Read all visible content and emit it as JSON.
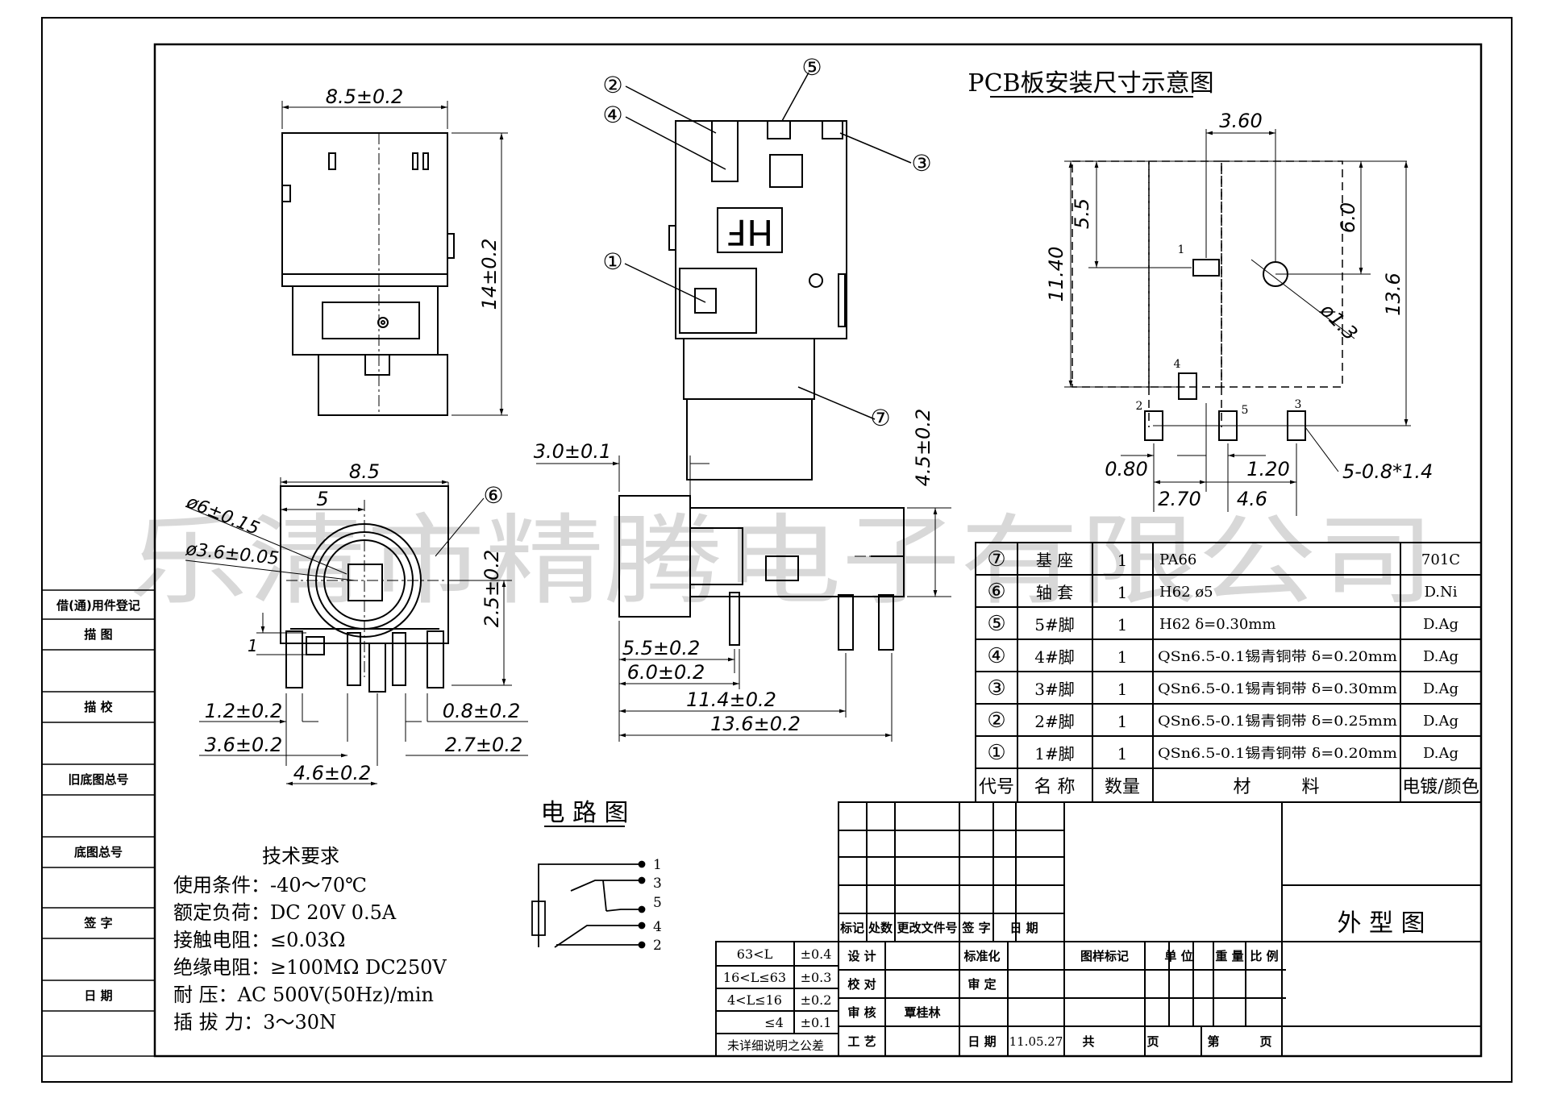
{
  "watermark": "乐清市精腾电子有限公司",
  "pcb": {
    "title": "PCB板安装尺寸示意图",
    "dims": {
      "w360": "3.60",
      "h55": "5.5",
      "h1140": "11.40",
      "h60": "6.0",
      "h136": "13.6",
      "hole": "ø1.3",
      "d080": "0.80",
      "d120": "1.20",
      "d270": "2.70",
      "d46": "4.6",
      "pads": "5-0.8*1.4"
    },
    "pins": [
      "1",
      "4",
      "2",
      "5",
      "3"
    ]
  },
  "top_view": {
    "w": "8.5±0.2",
    "h": "14±0.2"
  },
  "front_view": {
    "callouts": [
      "②",
      "④",
      "⑤",
      "③",
      "①",
      "⑦"
    ],
    "logo": "HF"
  },
  "bottom_view": {
    "w85": "8.5",
    "w5": "5",
    "d6": "ø6±0.15",
    "d36": "ø3.6±0.05",
    "callout6": "⑥",
    "h25": "2.5±0.2",
    "one": "1",
    "d12": "1.2±0.2",
    "d08": "0.8±0.2",
    "d36b": "3.6±0.2",
    "d27": "2.7±0.2",
    "d46": "4.6±0.2"
  },
  "side_view": {
    "d30": "3.0±0.1",
    "d45": "4.5±0.2",
    "d55": "5.5±0.2",
    "d60": "6.0±0.2",
    "d114": "11.4±0.2",
    "d136": "13.6±0.2"
  },
  "circuit": {
    "title": "电 路 图",
    "pins": [
      "1",
      "3",
      "5",
      "4",
      "2"
    ]
  },
  "tech": {
    "title": "技术要求",
    "lines": [
      "使用条件：-40～70℃",
      "额定负荷：DC 20V 0.5A",
      "接触电阻：≤0.03Ω",
      "绝缘电阻：≥100MΩ  DC250V",
      "耐    压：AC 500V(50Hz)/min",
      "插 拔 力：3～30N"
    ]
  },
  "left_strip": [
    "借(通)用件登记",
    "描 图",
    "描 校",
    "旧底图总号",
    "底图总号",
    "签 字",
    "日 期"
  ],
  "bom": {
    "header": [
      "代号",
      "名 称",
      "数量",
      "材         料",
      "电镀/颜色"
    ],
    "rows": [
      {
        "code": "⑦",
        "name": "基 座",
        "qty": "1",
        "mat": "PA66",
        "plating": "701C"
      },
      {
        "code": "⑥",
        "name": "轴 套",
        "qty": "1",
        "mat": "H62 ø5",
        "plating": "D.Ni"
      },
      {
        "code": "⑤",
        "name": "5#脚",
        "qty": "1",
        "mat": "H62 δ=0.30mm",
        "plating": "D.Ag"
      },
      {
        "code": "④",
        "name": "4#脚",
        "qty": "1",
        "mat": "QSn6.5-0.1锡青铜带 δ=0.20mm",
        "plating": "D.Ag"
      },
      {
        "code": "③",
        "name": "3#脚",
        "qty": "1",
        "mat": "QSn6.5-0.1锡青铜带 δ=0.30mm",
        "plating": "D.Ag"
      },
      {
        "code": "②",
        "name": "2#脚",
        "qty": "1",
        "mat": "QSn6.5-0.1锡青铜带 δ=0.25mm",
        "plating": "D.Ag"
      },
      {
        "code": "①",
        "name": "1#脚",
        "qty": "1",
        "mat": "QSn6.5-0.1锡青铜带 δ=0.20mm",
        "plating": "D.Ag"
      }
    ]
  },
  "tolerance": {
    "rows": [
      [
        "63<L",
        "±0.4"
      ],
      [
        "16<L≤63",
        "±0.3"
      ],
      [
        "4<L≤16",
        "±0.2"
      ],
      [
        "≤4",
        "±0.1"
      ]
    ],
    "note": "未详细说明之公差"
  },
  "title_block": {
    "rev_header": [
      "标记",
      "处数",
      "更改文件号",
      "签 字",
      "日 期"
    ],
    "design": "设 计",
    "check": "校 对",
    "review": "审 核",
    "reviewer": "覃桂林",
    "process": "工 艺",
    "std": "标准化",
    "approve": "审 定",
    "date_label": "日 期",
    "date": "11.05.27",
    "mark": "图样标记",
    "unit": "单 位",
    "weight": "重 量",
    "scale": "比 例",
    "total": "共",
    "page": "页",
    "nth": "第",
    "page2": "页",
    "drawing_name": "外 型 图"
  }
}
